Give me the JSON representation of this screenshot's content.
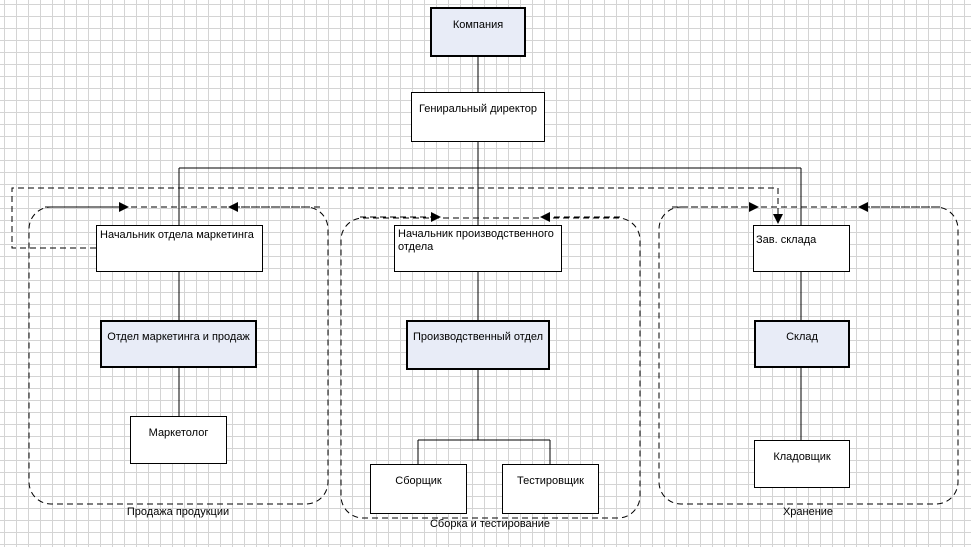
{
  "nodes": {
    "company": "Компания",
    "director": "Гениральный директор",
    "marketing_head": "Начальник отдела маркетинга",
    "marketing_dept": "Отдел маркетинга и продаж",
    "marketer": "Маркетолог",
    "production_head": "Начальник производственного отдела",
    "production_dept": "Производственный отдел",
    "assembler": "Сборщик",
    "tester": "Тестировщик",
    "warehouse_head": "Зав. склада",
    "warehouse": "Склад",
    "storekeeper": "Кладовщик"
  },
  "groups": {
    "sales": "Продажа продукции",
    "assembly": "Сборка и тестирование",
    "storage": "Хранение"
  },
  "colors": {
    "highlight_fill": "#e8ecf7",
    "line": "#000000",
    "grid": "#d4d4d4"
  }
}
